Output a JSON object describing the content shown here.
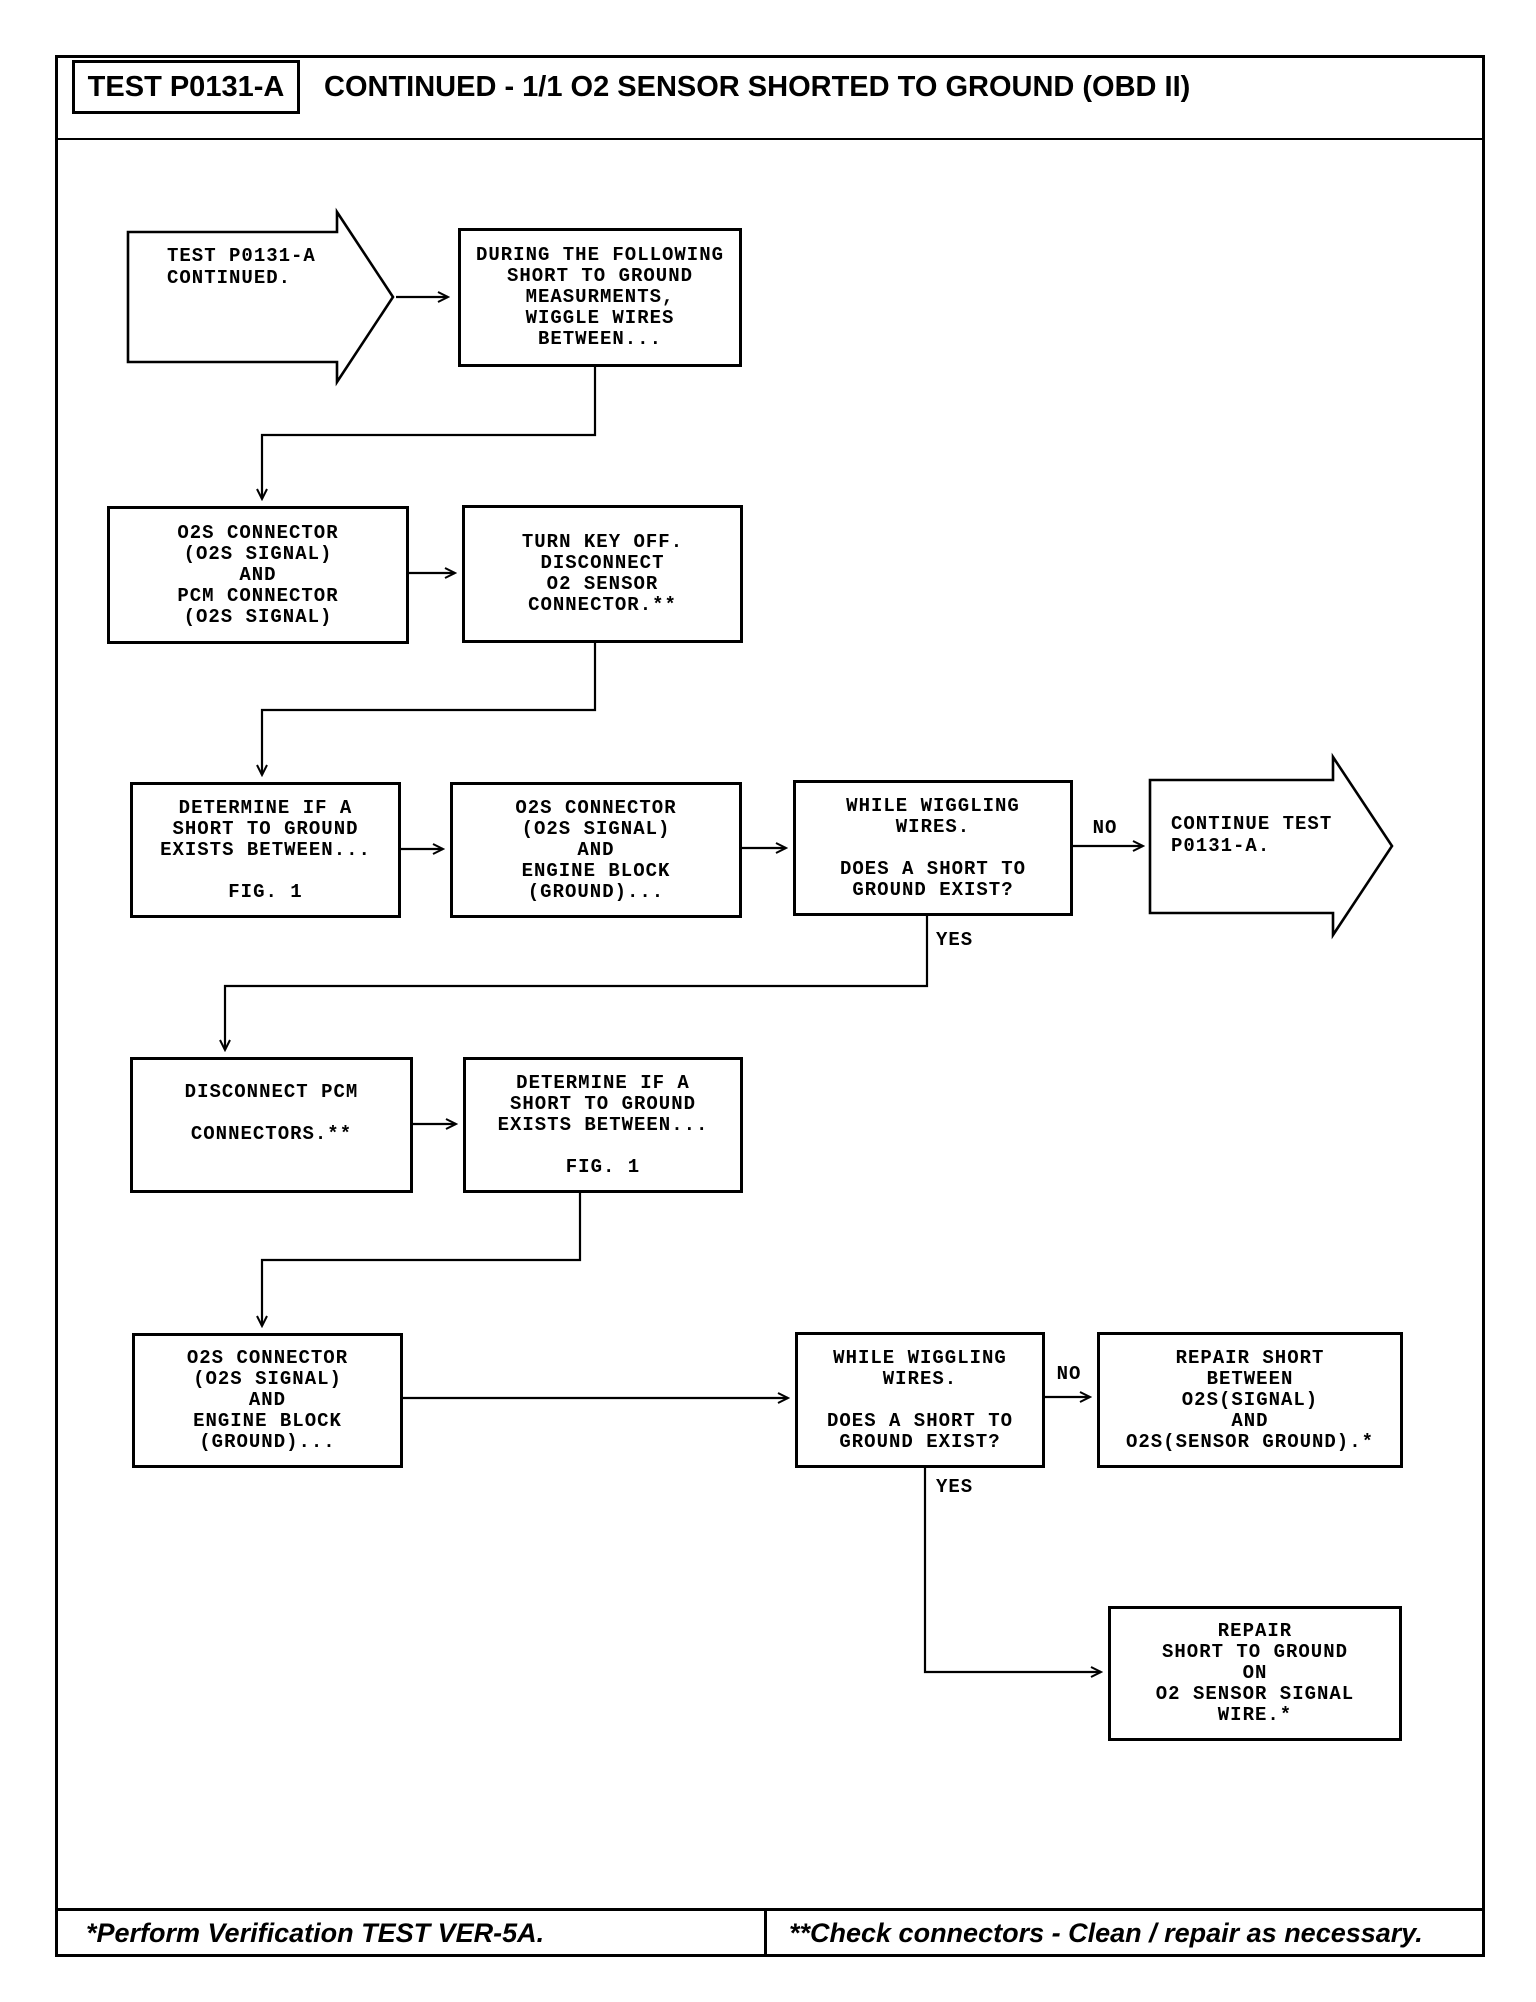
{
  "colors": {
    "ink": "#000000",
    "paper": "#ffffff"
  },
  "header": {
    "test_label": "TEST P0131-A",
    "title": "CONTINUED - 1/1 O2 SENSOR SHORTED TO GROUND (OBD II)"
  },
  "flowchart": {
    "nodes": {
      "continued_flag": "TEST P0131-A\nCONTINUED.",
      "during": "DURING THE FOLLOWING\nSHORT TO GROUND\nMEASURMENTS,\nWIGGLE WIRES\nBETWEEN...",
      "o2s_pcm": "O2S CONNECTOR\n(O2S SIGNAL)\nAND\nPCM CONNECTOR\n(O2S SIGNAL)",
      "turn_key": "TURN KEY OFF.\nDISCONNECT\nO2 SENSOR\nCONNECTOR.**",
      "determine1": "DETERMINE IF A\nSHORT TO GROUND\nEXISTS BETWEEN...\n\nFIG. 1",
      "o2s_engine1": "O2S CONNECTOR\n(O2S SIGNAL)\nAND\nENGINE BLOCK\n(GROUND)...",
      "wiggle1": "WHILE WIGGLING\nWIRES.\n\nDOES A SHORT TO\nGROUND EXIST?",
      "continue_arrow": "CONTINUE TEST\nP0131-A.",
      "disconnect_pcm": "DISCONNECT PCM\n\nCONNECTORS.**",
      "determine2": "DETERMINE IF A\nSHORT TO GROUND\nEXISTS BETWEEN...\n\nFIG. 1",
      "o2s_engine2": "O2S CONNECTOR\n(O2S SIGNAL)\nAND\nENGINE BLOCK\n(GROUND)...",
      "wiggle2": "WHILE WIGGLING\nWIRES.\n\nDOES A SHORT TO\nGROUND EXIST?",
      "repair_short_between": "REPAIR SHORT\nBETWEEN\nO2S(SIGNAL)\nAND\nO2S(SENSOR GROUND).*",
      "repair_short_to_ground": "REPAIR\nSHORT TO GROUND\nON\nO2 SENSOR SIGNAL\nWIRE.*"
    },
    "labels": {
      "no1": "NO",
      "yes1": "YES",
      "no2": "NO",
      "yes2": "YES"
    }
  },
  "footer": {
    "note_left": "*Perform Verification TEST VER-5A.",
    "note_right": "**Check connectors - Clean / repair as necessary."
  }
}
